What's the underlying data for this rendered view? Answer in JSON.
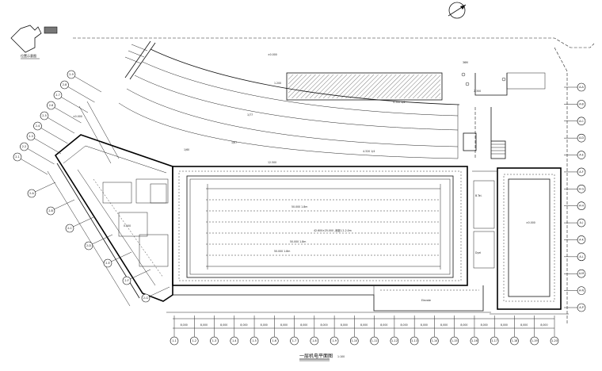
{
  "key_plan_label": "位置示意图",
  "drawing_title": "一层机电平面图",
  "drawing_scale": "1:100",
  "notes": {
    "pool_center": "42.600×25.000 ,深度1.2-2.0m",
    "pool_lane_a": "50.000 1.8m",
    "pool_lane_b": "50.000 1.8m",
    "pool_lane_c": "50.000 1.8m",
    "top_left_level": "±0.000",
    "roof_dim": "12.500",
    "ramp_dim_a": "1/77",
    "ramp_dim_b": "1/67",
    "ramp_dim_c": "1/60",
    "slope_a": "4.320 1/4",
    "slope_b": "4.300 1/4",
    "level_mark": "±0.000",
    "plant_tag": "2.300",
    "tank_tag": "36M",
    "hatched_tag": "1.200",
    "room_a": "B.Tel.",
    "room_b": "Dyel",
    "store": "0.500",
    "corridor": "Elevate",
    "annex_level": "±0.000"
  },
  "grid_axes_bottom": [
    "1-1",
    "1-2",
    "1-3",
    "1-4",
    "1-5",
    "1-6",
    "1-7",
    "1-8",
    "1-9",
    "1-10",
    "1-11",
    "1-12",
    "1-13",
    "1-14",
    "1-15",
    "1-16",
    "1-17",
    "1-18",
    "1-19",
    "1-20"
  ],
  "grid_axes_right": [
    "A-A",
    "A-B",
    "A-C",
    "A-D",
    "A-E",
    "A-F",
    "A-G",
    "A-H",
    "A-J",
    "A-K",
    "A-L",
    "A-M",
    "A-N",
    "A-P"
  ],
  "grid_axes_left_diag": [
    "2-1",
    "2-2",
    "2-3",
    "2-4",
    "2-5",
    "2-6",
    "2-7",
    "2-8",
    "2-9"
  ],
  "grid_axes_left_lower": [
    "2-A",
    "2-B",
    "2-C",
    "2-D",
    "2-E",
    "2-F",
    "2-G"
  ],
  "bottom_dims": [
    "8,000",
    "8,000",
    "8,000",
    "8,000",
    "8,000",
    "8,000",
    "8,000",
    "8,000",
    "8,000",
    "8,000",
    "8,000",
    "8,000",
    "8,000",
    "8,000",
    "8,000",
    "8,000",
    "8,000",
    "8,000",
    "8,000"
  ],
  "north_arrow_icon": "north-arrow-icon"
}
